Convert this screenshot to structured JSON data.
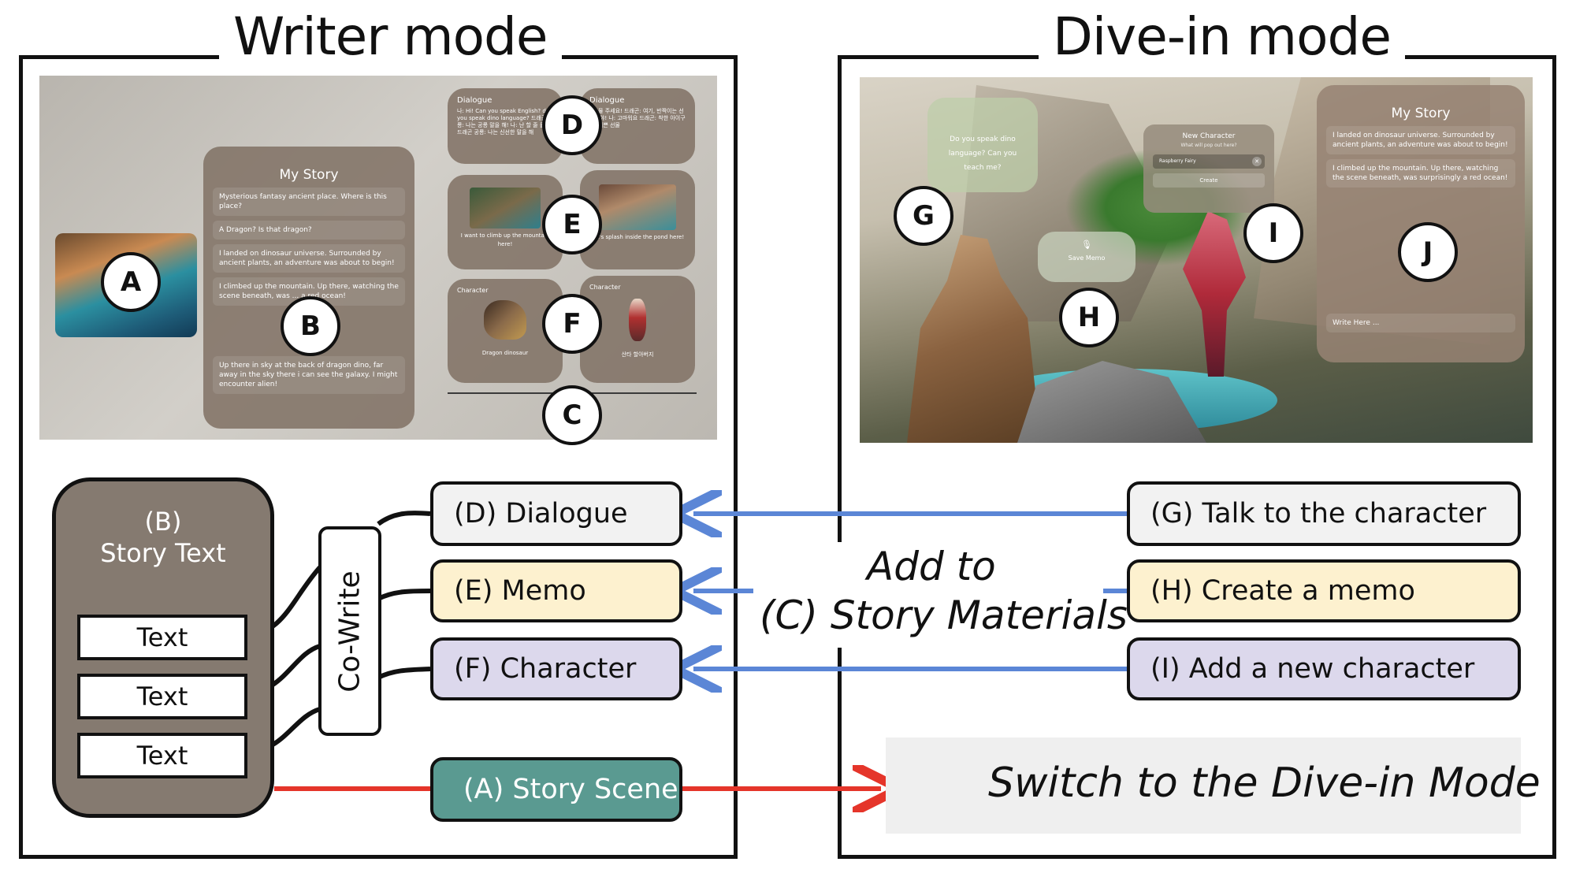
{
  "writer_mode": {
    "title": "Writer mode",
    "screenshot": {
      "story_panel": {
        "title": "My Story",
        "items": [
          "Mysterious fantasy ancient place. Where is this place?",
          "A Dragon? Is that dragon?",
          "I landed on dinosaur universe. Surrounded by ancient plants, an adventure was about to begin!",
          "I climbed up the mountain. Up there, watching the scene beneath, was ... a red ocean!"
        ],
        "input_text": "Up there in sky at the back of dragon dino, far away in the sky there i can see the galaxy. I might encounter alien!"
      },
      "dialogue_cards": [
        {
          "header": "Dialogue",
          "text": "나: Hi! Can you speak English? do you speak dino language? 드래곤 공룡: 나는 공룡 말을 해! 나: 난 할 줄 몰라 드래곤 공룡: 나는 신선한 말을 해"
        },
        {
          "header": "Dialogue",
          "text": "나: 물 주세요! 드래곤: 여기, 반짝이는 선물이야! 나: 고마워요 드래곤: 착한 아이구나, 기쁜 선물"
        }
      ],
      "memo_cards": [
        {
          "text": "I want to climb up the mountain here!"
        },
        {
          "text": "Let's splash inside the pond here!"
        }
      ],
      "character_cards": [
        {
          "header": "Character",
          "name": "Dragon dinosaur"
        },
        {
          "header": "Character",
          "name": "산타 할아버지"
        }
      ]
    },
    "labels": {
      "A": "A",
      "B": "B",
      "C": "C",
      "D": "D",
      "E": "E",
      "F": "F"
    }
  },
  "dive_in_mode": {
    "title": "Dive-in mode",
    "screenshot": {
      "talk_bubble": "Do you speak dino language? Can you teach me?",
      "save_memo": "Save Memo",
      "new_character": {
        "title": "New Character",
        "prompt": "What will pop out here?",
        "input_value": "Raspberry Fairy",
        "create_label": "Create"
      },
      "story_panel": {
        "title": "My Story",
        "items": [
          "I landed on dinosaur universe. Surrounded by ancient plants, an adventure was about to begin!",
          "I climbed up the mountain. Up there, watching the scene beneath, was surprisingly a red ocean!"
        ],
        "input_placeholder": "Write Here ..."
      }
    },
    "labels": {
      "G": "G",
      "H": "H",
      "I": "I",
      "J": "J"
    }
  },
  "diagram": {
    "story_text": {
      "label": "(B)",
      "title": "Story Text",
      "texts": [
        "Text",
        "Text",
        "Text"
      ]
    },
    "cowrite": "Co-Write",
    "left_boxes": {
      "dialogue": "(D) Dialogue",
      "memo": "(E) Memo",
      "character": "(F) Character",
      "scene": "(A) Story Scene"
    },
    "right_boxes": {
      "talk": "(G) Talk to the character",
      "memo": "(H) Create a memo",
      "character": "(I) Add a new character"
    },
    "add_to_line1": "Add to",
    "add_to_line2": "(C) Story Materials",
    "switch": "Switch to the Dive-in Mode",
    "colors": {
      "story_box": "#857a70",
      "dialogue": "#f2f2f2",
      "memo": "#fdf1cf",
      "character": "#dcd8ec",
      "scene": "#5a9a91",
      "blue_arrow": "#5b86d6",
      "red_arrow": "#e5352a",
      "switch_bg": "#efefef"
    }
  }
}
